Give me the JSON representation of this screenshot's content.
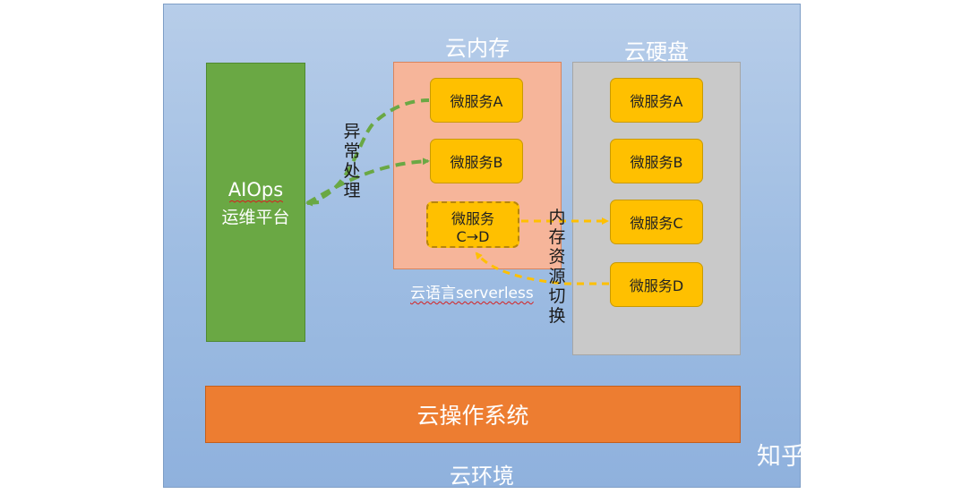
{
  "environment": {
    "label": "云环境"
  },
  "aiops": {
    "title": "AIOps",
    "subtitle": "运维平台"
  },
  "memory": {
    "label": "云内存",
    "services": [
      "微服务A",
      "微服务B"
    ],
    "switching_service": {
      "line1": "微服务",
      "line2": "C→D"
    },
    "serverless_label": "云语言serverless"
  },
  "disk": {
    "label": "云硬盘",
    "services": [
      "微服务A",
      "微服务B",
      "微服务C",
      "微服务D"
    ]
  },
  "os": {
    "label": "云操作系统"
  },
  "annotations": {
    "exception_handling": "异常处理",
    "memory_switch": "内存资源切换"
  },
  "watermark": "知乎 @Xin He",
  "colors": {
    "environment": "#9dbce2",
    "aiops": "#6aa844",
    "memory": "#f6b59a",
    "disk": "#c9c9c9",
    "service": "#ffc000",
    "os": "#ed7d31",
    "green_arrow": "#6aa844",
    "yellow_arrow": "#ffc000"
  }
}
